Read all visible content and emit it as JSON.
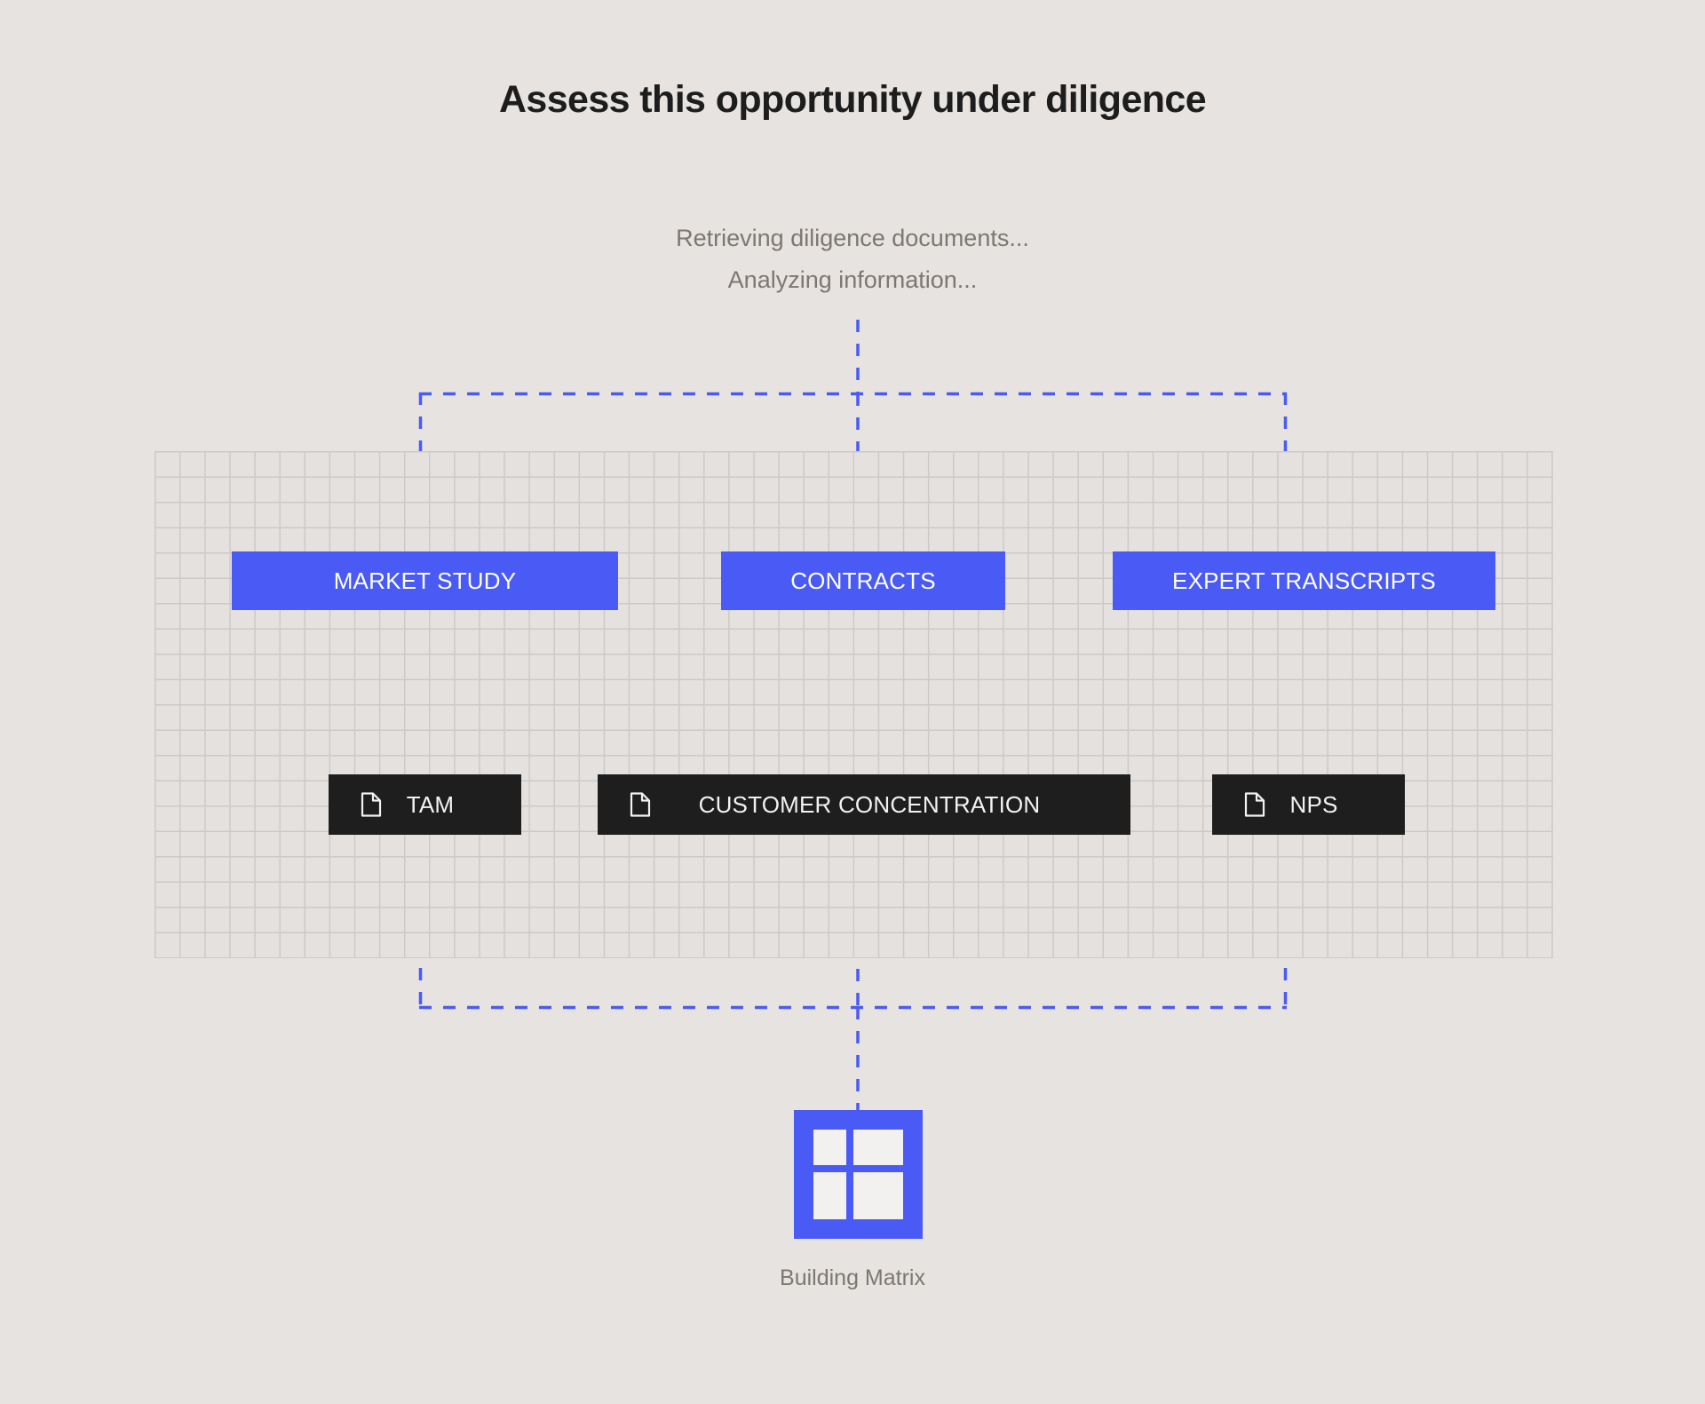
{
  "page": {
    "background_color": "#e7e3e0",
    "title": "Assess this opportunity under diligence"
  },
  "status": {
    "lines": [
      "Retrieving diligence documents...",
      "Analyzing information..."
    ],
    "text_color": "#7c7772"
  },
  "colors": {
    "accent_blue": "#4a5bf5",
    "chip_black": "#1e1e1e",
    "grid_line": "#cdc9c6",
    "canvas": "#e5e1de"
  },
  "diagram": {
    "sources": [
      {
        "label": "MARKET STUDY",
        "icon": "blue-chip"
      },
      {
        "label": "CONTRACTS",
        "icon": "blue-chip"
      },
      {
        "label": "EXPERT TRANSCRIPTS",
        "icon": "blue-chip"
      }
    ],
    "documents": [
      {
        "label": "TAM",
        "icon": "document-icon"
      },
      {
        "label": "CUSTOMER CONCENTRATION",
        "icon": "document-icon"
      },
      {
        "label": "NPS",
        "icon": "document-icon"
      }
    ],
    "connector_style": "dashed",
    "connector_color": "#4a5bf5"
  },
  "output": {
    "icon": "matrix-icon",
    "caption": "Building Matrix"
  }
}
